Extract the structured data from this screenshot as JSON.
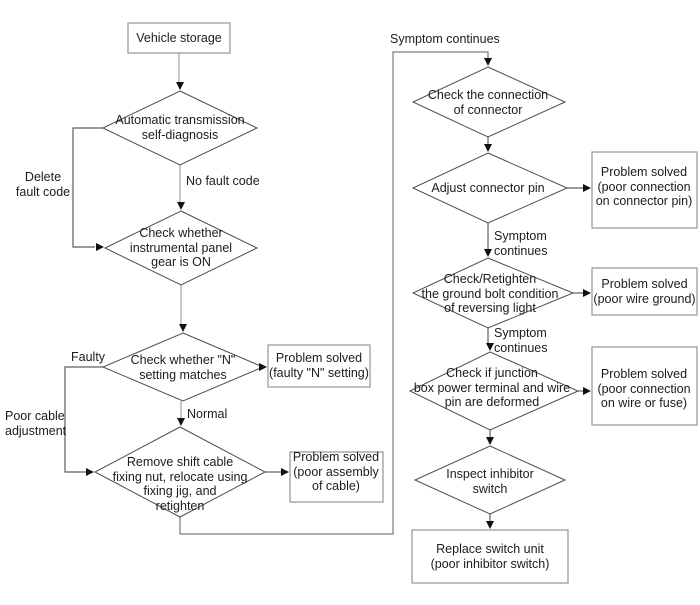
{
  "colors": {
    "line_light": "#b0b0b0",
    "line_dark": "#5f5f5f",
    "line_mid": "#7d7d7d",
    "arrow": "#111111",
    "diamond_border": "#4e4e4e",
    "box_border": "#949494",
    "text": "#1c1c1c",
    "bg": "#ffffff"
  },
  "flowchart": {
    "nodes": {
      "vehicle_storage": "Vehicle storage",
      "auto_transmission_self_diagnosis": "Automatic transmission\nself-diagnosis",
      "check_instrument_panel": "Check whether\ninstrumental panel\ngear is ON",
      "check_n_setting": "Check whether \"N\"\nsetting matches",
      "problem_faulty_n": "Problem solved\n(faulty \"N\" setting)",
      "remove_shift_cable": "Remove shift cable\nfixing nut, relocate using\nfixing jig, and\nretighten",
      "problem_cable_assembly": "Problem solved\n(poor assembly\nof cable)",
      "check_connector": "Check the connection\nof connector",
      "adjust_connector_pin": "Adjust connector pin",
      "problem_connector_pin": "Problem solved\n(poor connection\non connector pin)",
      "check_ground_bolt": "Check/Retighten\nthe ground bolt condition\nof reversing light",
      "problem_wire_ground": "Problem solved\n(poor wire ground)",
      "check_junction_box": "Check if junction\nbox power terminal and wire\npin are deformed",
      "problem_wire_fuse": "Problem solved\n(poor connection\non wire or fuse)",
      "inspect_inhibitor_switch": "Inspect inhibitor\nswitch",
      "replace_switch_unit": "Replace switch unit\n(poor inhibitor switch)"
    },
    "edge_labels": {
      "delete_fault_code": "Delete\nfault code",
      "no_fault_code": "No fault code",
      "faulty": "Faulty",
      "poor_cable_adjustment": "Poor cable\nadjustment",
      "normal": "Normal",
      "symptom_continues_top": "Symptom continues",
      "symptom_continues_mid": "Symptom\ncontinues",
      "symptom_continues_low": "Symptom\ncontinues"
    }
  }
}
